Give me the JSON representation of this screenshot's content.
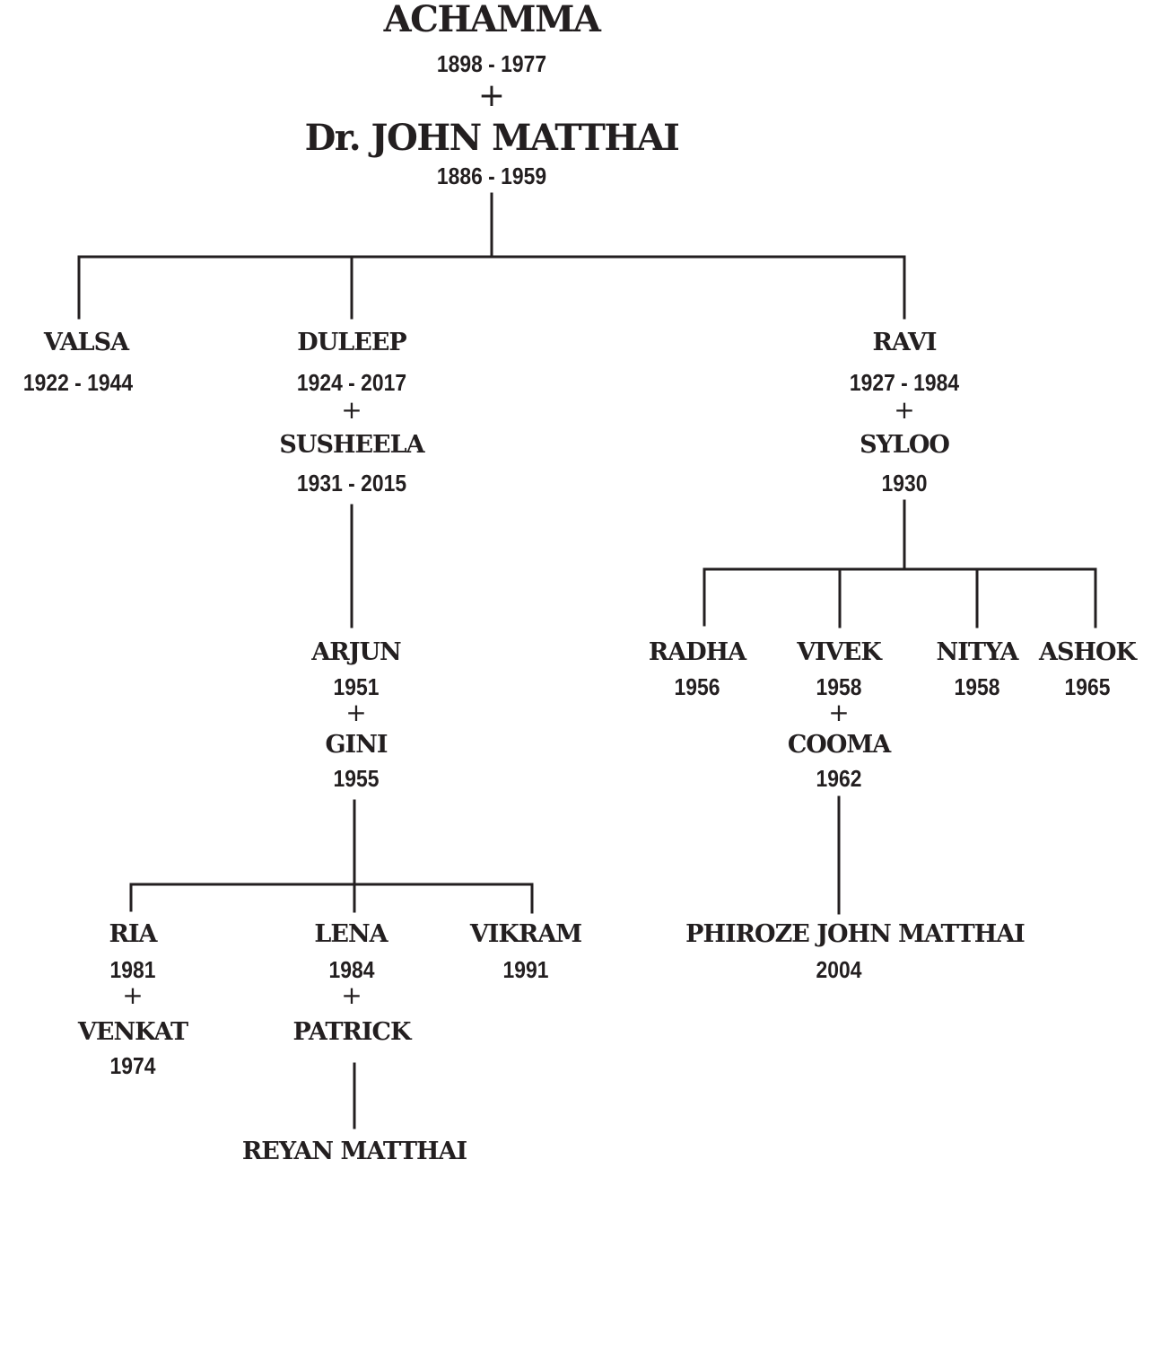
{
  "colors": {
    "ink": "#231f20",
    "background": "#ffffff"
  },
  "marriage_symbol": "+",
  "root": {
    "person": {
      "name": "ACHAMMA",
      "years": "1898 - 1977"
    },
    "spouse": {
      "name": "Dr. JOHN MATTHAI",
      "years": "1886 - 1959"
    }
  },
  "children": {
    "valsa": {
      "name": "VALSA",
      "years": "1922 - 1944"
    },
    "duleep": {
      "name": "DULEEP",
      "years": "1924 - 2017",
      "spouse": {
        "name": "SUSHEELA",
        "years": "1931 - 2015"
      }
    },
    "ravi": {
      "name": "RAVI",
      "years": "1927 - 1984",
      "spouse": {
        "name": "SYLOO",
        "years": "1930"
      }
    }
  },
  "duleep_line": {
    "arjun": {
      "name": "ARJUN",
      "years": "1951",
      "spouse": {
        "name": "GINI",
        "years": "1955"
      }
    },
    "arjun_children": {
      "ria": {
        "name": "RIA",
        "years": "1981",
        "spouse": {
          "name": "VENKAT",
          "years": "1974"
        }
      },
      "lena": {
        "name": "LENA",
        "years": "1984",
        "spouse": {
          "name": "PATRICK"
        }
      },
      "vikram": {
        "name": "VIKRAM",
        "years": "1991"
      }
    },
    "lena_child": {
      "name": "REYAN MATTHAI"
    }
  },
  "ravi_line": {
    "radha": {
      "name": "RADHA",
      "years": "1956"
    },
    "vivek": {
      "name": "VIVEK",
      "years": "1958",
      "spouse": {
        "name": "COOMA",
        "years": "1962"
      }
    },
    "nitya": {
      "name": "NITYA",
      "years": "1958"
    },
    "ashok": {
      "name": "ASHOK",
      "years": "1965"
    },
    "vivek_child": {
      "name": "PHIROZE JOHN MATTHAI",
      "years": "2004"
    }
  }
}
